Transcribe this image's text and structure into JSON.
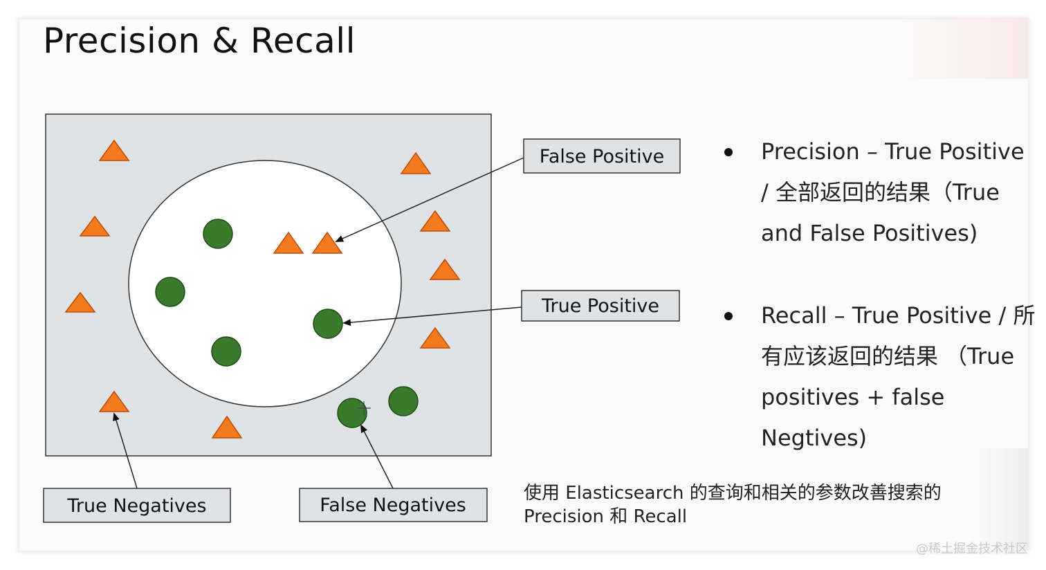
{
  "title": "Precision & Recall",
  "labels": {
    "false_positive": "False Positive",
    "true_positive": "True Positive",
    "true_negatives": "True Negatives",
    "false_negatives": "False Negatives"
  },
  "bullets": [
    {
      "text": "Precision – True Positive / 全部返回的结果（True and False Positives)"
    },
    {
      "text": "Recall – True Positive / 所有应该返回的结果 （True positives + false Negtives)"
    }
  ],
  "note": "使用 Elasticsearch 的查询和相关的参数改善搜索的 Precision 和 Recall",
  "watermark": "@稀土掘金技术社区",
  "colors": {
    "triangle": "#f47a20",
    "circle": "#3a7a2c",
    "rect_fill": "#dfe3e5"
  }
}
